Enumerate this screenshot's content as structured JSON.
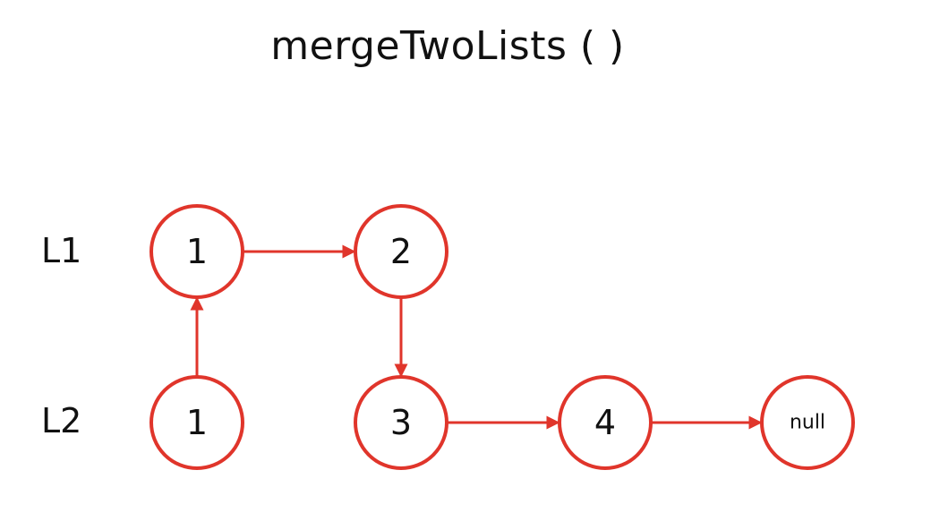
{
  "title": "mergeTwoLists ( )",
  "colors": {
    "node_stroke": "#e0352b",
    "arrow": "#e0352b",
    "text": "#111111"
  },
  "rows": [
    {
      "id": "L1",
      "label": "L1"
    },
    {
      "id": "L2",
      "label": "L2"
    }
  ],
  "nodes": [
    {
      "id": "l1-a",
      "row": "L1",
      "value": "1"
    },
    {
      "id": "l1-b",
      "row": "L1",
      "value": "2"
    },
    {
      "id": "l2-a",
      "row": "L2",
      "value": "1"
    },
    {
      "id": "l2-b",
      "row": "L2",
      "value": "3"
    },
    {
      "id": "l2-c",
      "row": "L2",
      "value": "4"
    },
    {
      "id": "l2-d",
      "row": "L2",
      "value": "null"
    }
  ],
  "edges": [
    {
      "from": "l2-a",
      "to": "l1-a"
    },
    {
      "from": "l1-a",
      "to": "l1-b"
    },
    {
      "from": "l1-b",
      "to": "l2-b"
    },
    {
      "from": "l2-b",
      "to": "l2-c"
    },
    {
      "from": "l2-c",
      "to": "l2-d"
    }
  ]
}
